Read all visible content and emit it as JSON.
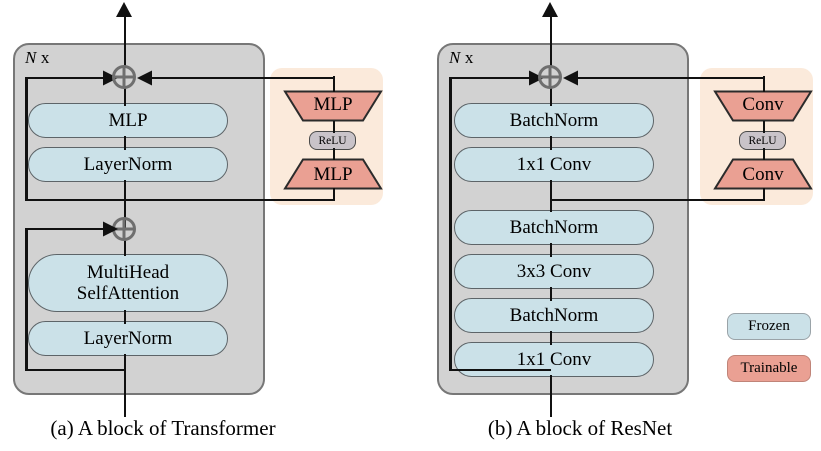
{
  "figure": {
    "background": "#ffffff",
    "colors": {
      "frozen_fill": "#cbe1e8",
      "trainable_fill": "#eaa093",
      "block_fill": "#d2d2d2",
      "adapter_fill": "#fbeadb",
      "relu_fill": "#c9c3c9",
      "wire": "#111111",
      "block_border": "#777777"
    }
  },
  "panels": [
    {
      "id": "transformer",
      "caption": "(a) A block of Transformer",
      "repeat_label_n": "N",
      "repeat_label_x": "x",
      "modules": [
        {
          "label": "MLP",
          "type": "frozen"
        },
        {
          "label": "LayerNorm",
          "type": "frozen"
        },
        {
          "label": "MultiHead\nSelfAttention",
          "line1": "MultiHead",
          "line2": "SelfAttention",
          "type": "frozen"
        },
        {
          "label": "LayerNorm",
          "type": "frozen"
        }
      ],
      "adapter": {
        "top_label": "MLP",
        "activation_label": "ReLU",
        "bottom_label": "MLP"
      },
      "operators": [
        {
          "name": "residual-add-top",
          "symbol": "+"
        },
        {
          "name": "residual-add-bottom",
          "symbol": "+"
        }
      ]
    },
    {
      "id": "resnet",
      "caption": "(b) A block of ResNet",
      "repeat_label_n": "N",
      "repeat_label_x": "x",
      "modules": [
        {
          "label": "BatchNorm",
          "type": "frozen"
        },
        {
          "label": "1x1 Conv",
          "type": "frozen"
        },
        {
          "label": "BatchNorm",
          "type": "frozen"
        },
        {
          "label": "3x3 Conv",
          "type": "frozen"
        },
        {
          "label": "BatchNorm",
          "type": "frozen"
        },
        {
          "label": "1x1 Conv",
          "type": "frozen"
        }
      ],
      "adapter": {
        "top_label": "Conv",
        "activation_label": "ReLU",
        "bottom_label": "Conv"
      },
      "operators": [
        {
          "name": "residual-add-top",
          "symbol": "+"
        }
      ]
    }
  ],
  "legend": {
    "items": [
      {
        "label": "Frozen",
        "color": "#cbe1e8"
      },
      {
        "label": "Trainable",
        "color": "#eaa093"
      }
    ]
  }
}
